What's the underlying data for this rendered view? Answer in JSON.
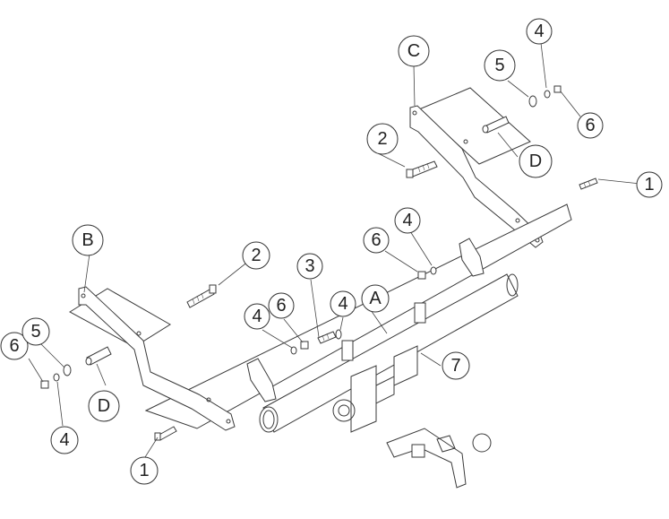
{
  "callouts": {
    "C": "C",
    "D_right": "D",
    "two_right": "2",
    "five_right": "5",
    "four_right_top": "4",
    "six_right_top": "6",
    "one_right": "1",
    "four_mid": "4",
    "six_mid": "6",
    "B": "B",
    "two_left": "2",
    "three": "3",
    "four_a": "4",
    "six_a": "6",
    "four_b": "4",
    "A": "A",
    "seven": "7",
    "six_left": "6",
    "five_left": "5",
    "four_left": "4",
    "D_left": "D",
    "one_left": "1"
  }
}
